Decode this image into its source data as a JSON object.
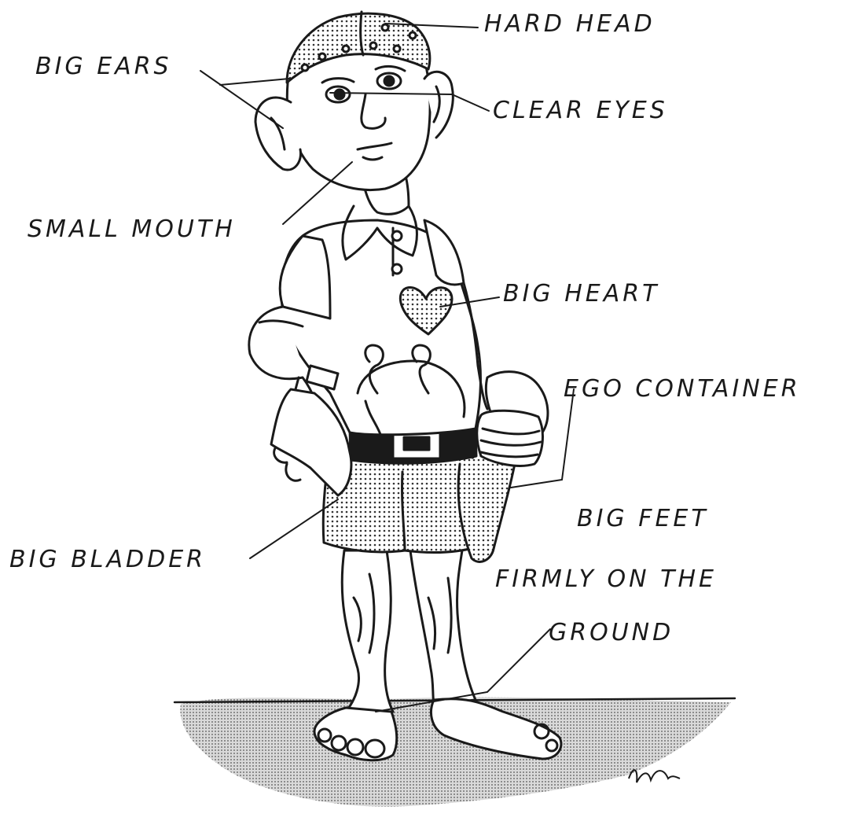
{
  "labels": {
    "hard_head": "HARD HEAD",
    "big_ears": "BIG EARS",
    "clear_eyes": "CLEAR EYES",
    "small_mouth": "SMALL MOUTH",
    "big_heart": "BIG HEART",
    "ego_container": "EGO CONTAINER",
    "big_feet_line1": "BIG FEET",
    "big_feet_line2": "FIRMLY ON THE",
    "big_feet_line3": "GROUND",
    "big_bladder": "BIG BLADDER"
  },
  "colors": {
    "ink": "#1a1a1a",
    "paper": "#ffffff",
    "shadow": "#9a9a9a"
  }
}
